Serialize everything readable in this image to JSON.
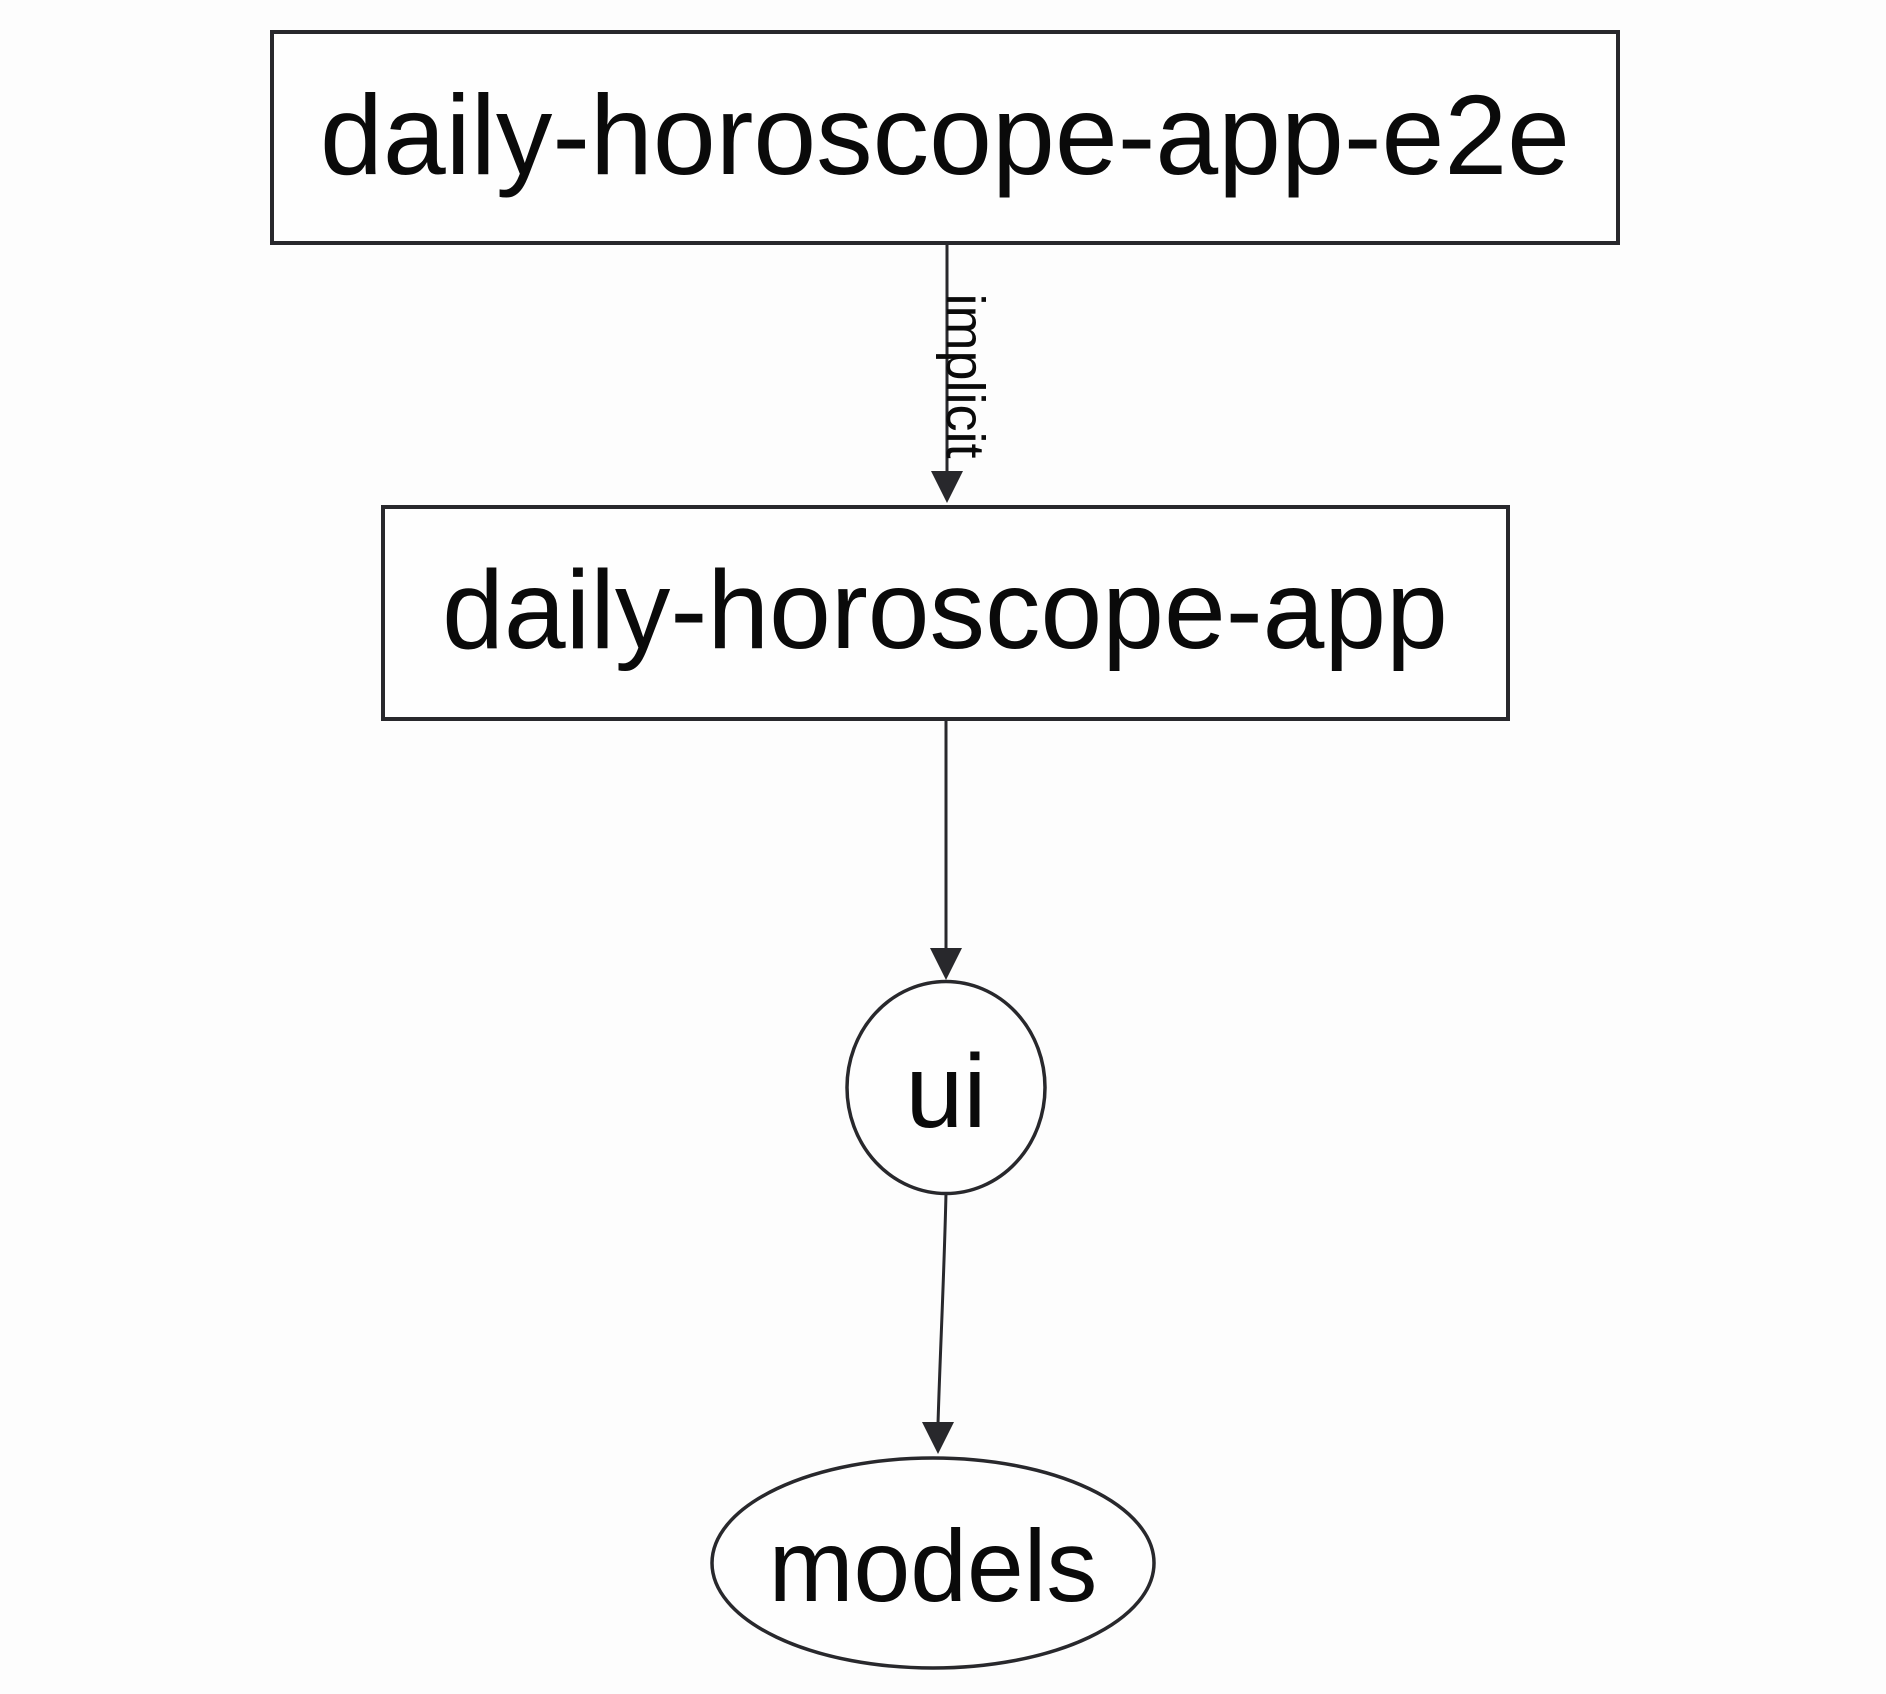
{
  "graph": {
    "nodes": [
      {
        "id": "daily-horoscope-app-e2e",
        "label": "daily-horoscope-app-e2e",
        "shape": "rect"
      },
      {
        "id": "daily-horoscope-app",
        "label": "daily-horoscope-app",
        "shape": "rect"
      },
      {
        "id": "ui",
        "label": "ui",
        "shape": "ellipse"
      },
      {
        "id": "models",
        "label": "models",
        "shape": "ellipse"
      }
    ],
    "edges": [
      {
        "source": "daily-horoscope-app-e2e",
        "target": "daily-horoscope-app",
        "label": "implicit",
        "direction": "down"
      },
      {
        "source": "daily-horoscope-app",
        "target": "ui",
        "label": "",
        "direction": "down"
      },
      {
        "source": "ui",
        "target": "models",
        "label": "",
        "direction": "down"
      }
    ],
    "colors": {
      "background": "#fdfdfd",
      "node_fill": "#fefefe",
      "stroke": "#28282c",
      "text": "#0a0a0a"
    }
  }
}
